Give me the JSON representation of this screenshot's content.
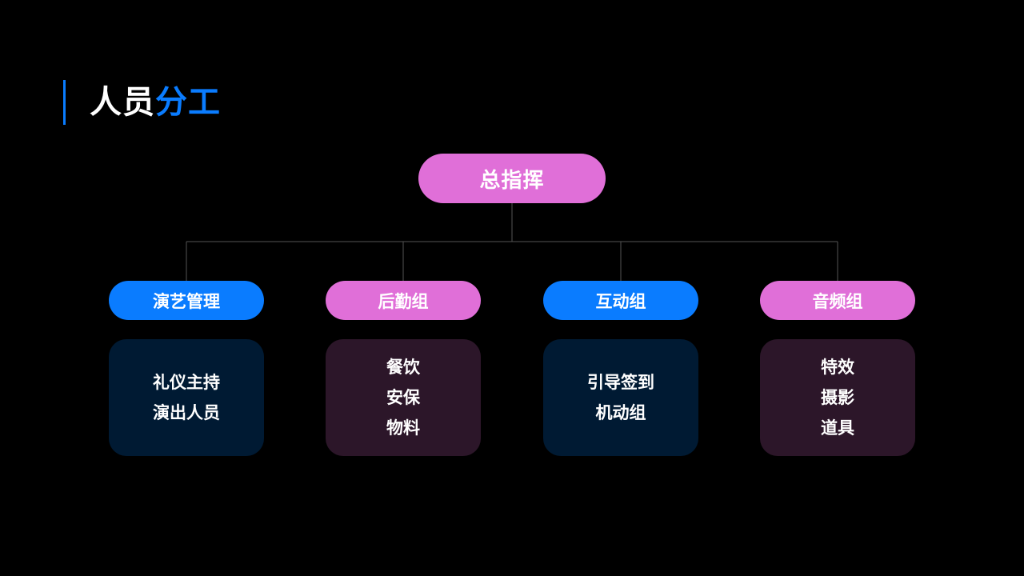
{
  "title": {
    "part1": "人员",
    "part2": "分工"
  },
  "colors": {
    "blue": "#0a7cff",
    "pink": "#e06fd8",
    "box_blue": "#001a33",
    "box_pink": "#2c1629",
    "connector": "#555555"
  },
  "root": {
    "label": "总指挥"
  },
  "groups": [
    {
      "head": "演艺管理",
      "items": [
        "礼仪主持",
        "演出人员"
      ]
    },
    {
      "head": "后勤组",
      "items": [
        "餐饮",
        "安保",
        "物料"
      ]
    },
    {
      "head": "互动组",
      "items": [
        "引导签到",
        "机动组"
      ]
    },
    {
      "head": "音频组",
      "items": [
        "特效",
        "摄影",
        "道具"
      ]
    }
  ]
}
